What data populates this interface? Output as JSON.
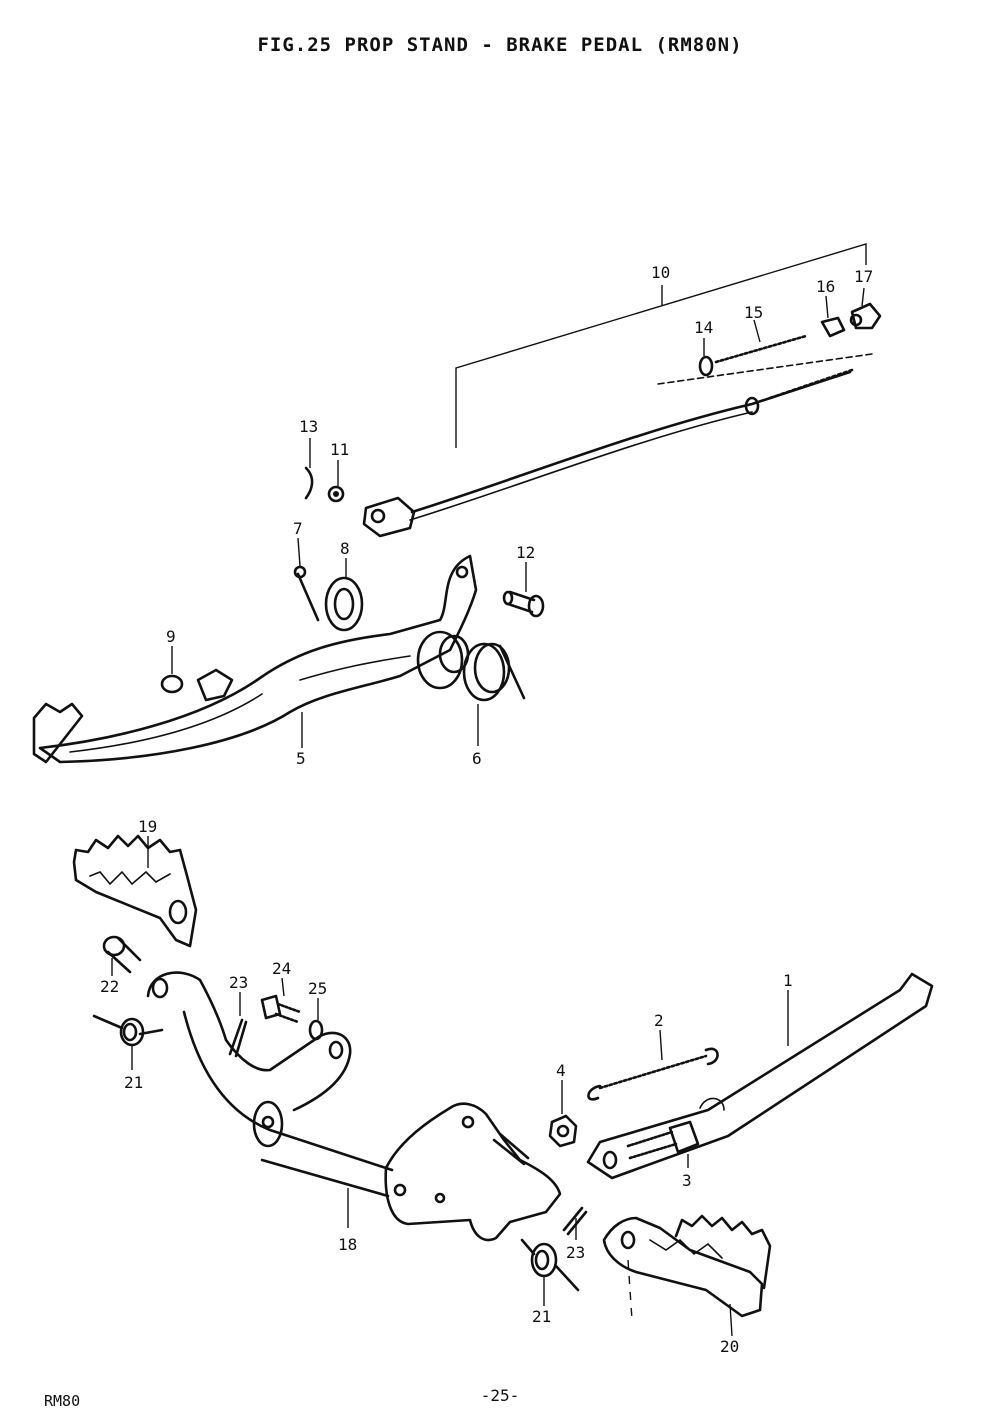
{
  "title": "FIG.25  PROP STAND - BRAKE PEDAL (RM80N)",
  "footer": {
    "model": "RM80",
    "page": "-25-"
  },
  "callouts": [
    {
      "id": "c10",
      "label": "10"
    },
    {
      "id": "c14",
      "label": "14"
    },
    {
      "id": "c15",
      "label": "15"
    },
    {
      "id": "c16",
      "label": "16"
    },
    {
      "id": "c17",
      "label": "17"
    },
    {
      "id": "c13",
      "label": "13"
    },
    {
      "id": "c11",
      "label": "11"
    },
    {
      "id": "c7",
      "label": "7"
    },
    {
      "id": "c8",
      "label": "8"
    },
    {
      "id": "c12",
      "label": "12"
    },
    {
      "id": "c9",
      "label": "9"
    },
    {
      "id": "c5",
      "label": "5"
    },
    {
      "id": "c6",
      "label": "6"
    },
    {
      "id": "c19",
      "label": "19"
    },
    {
      "id": "c22",
      "label": "22"
    },
    {
      "id": "c23a",
      "label": "23"
    },
    {
      "id": "c24",
      "label": "24"
    },
    {
      "id": "c25",
      "label": "25"
    },
    {
      "id": "c21a",
      "label": "21"
    },
    {
      "id": "c2",
      "label": "2"
    },
    {
      "id": "c1",
      "label": "1"
    },
    {
      "id": "c4",
      "label": "4"
    },
    {
      "id": "c3",
      "label": "3"
    },
    {
      "id": "c18",
      "label": "18"
    },
    {
      "id": "c23b",
      "label": "23"
    },
    {
      "id": "c21b",
      "label": "21"
    },
    {
      "id": "c20",
      "label": "20"
    }
  ]
}
